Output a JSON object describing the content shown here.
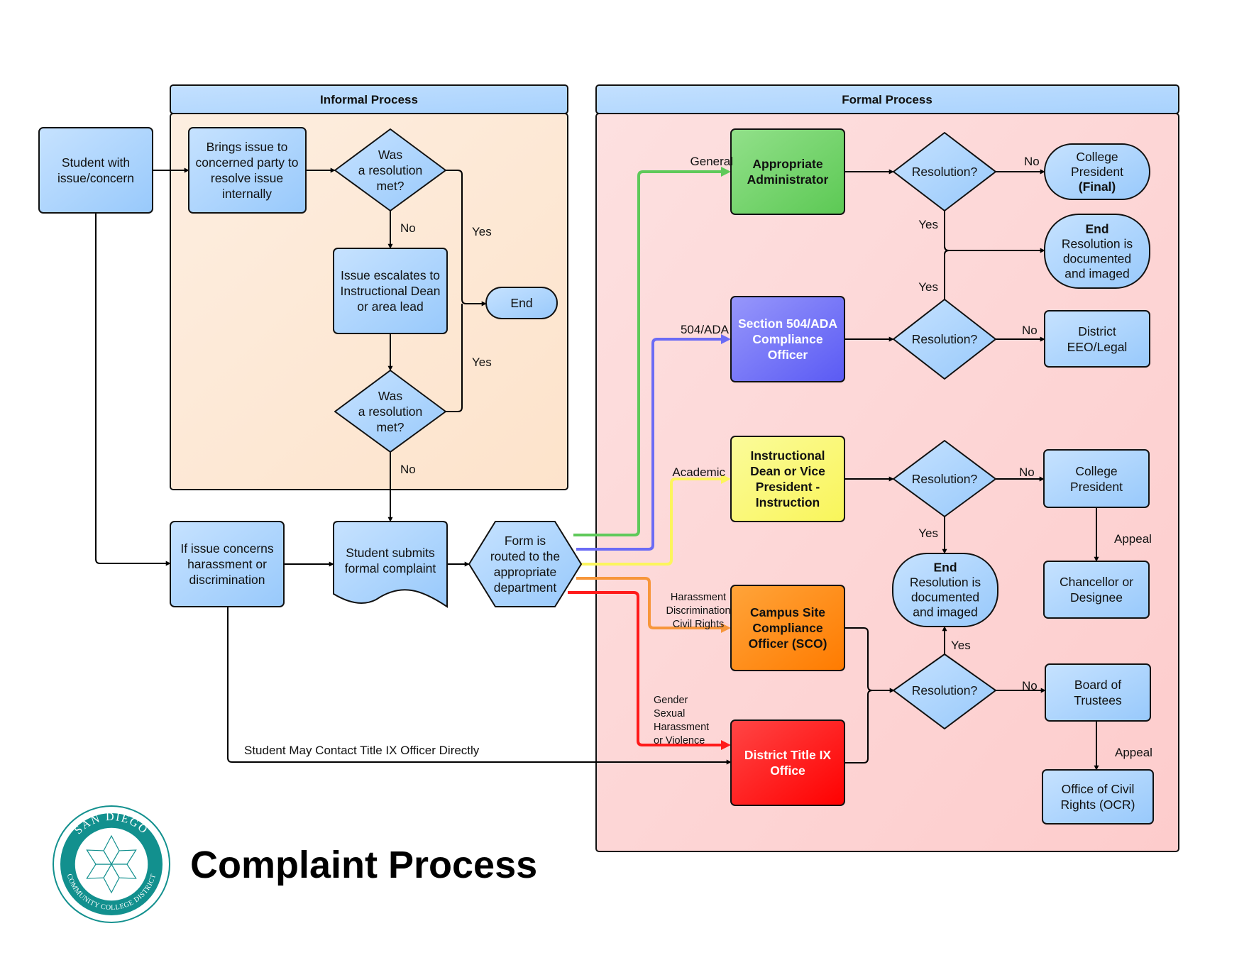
{
  "page_title": "Complaint Process",
  "logo": {
    "top_text": "SAN DIEGO",
    "bottom_text": "COMMUNITY COLLEGE DISTRICT",
    "color": "#12908e"
  },
  "colors": {
    "node_blue_light": "#c4e1ff",
    "node_blue_dark": "#9ccbfb",
    "informal_bg": "#fde9d6",
    "formal_bg": "#fdd6d6",
    "header_bg": "#b9dcff",
    "general": "#5fc95a",
    "ada": "#6b6bf5",
    "academic": "#fcf55c",
    "harassment": "#f7963a",
    "title_ix": "#ff1a1a"
  },
  "swimlanes": {
    "informal": "Informal Process",
    "formal": "Formal Process"
  },
  "nodes": {
    "student": [
      "Student with",
      "issue/concern"
    ],
    "brings_issue": [
      "Brings issue to",
      "concerned party to",
      "resolve issue",
      "internally"
    ],
    "was_resolution_1": [
      "Was",
      "a resolution",
      "met?"
    ],
    "escalates": [
      "Issue escalates to",
      "Instructional Dean",
      "or area lead"
    ],
    "informal_end": [
      "End"
    ],
    "was_resolution_2": [
      "Was",
      "a resolution",
      "met?"
    ],
    "if_harassment": [
      "If issue concerns",
      "harassment or",
      "discrimination"
    ],
    "submits_complaint": [
      "Student submits",
      "formal complaint"
    ],
    "form_routed": [
      "Form is",
      "routed to the",
      "appropriate",
      "department"
    ],
    "appropriate_admin": [
      "Appropriate",
      "Administrator"
    ],
    "ada_officer": [
      "Section 504/ADA",
      "Compliance",
      "Officer"
    ],
    "instructional_dean": [
      "Instructional",
      "Dean or Vice",
      "President -",
      "Instruction"
    ],
    "campus_sco": [
      "Campus Site",
      "Compliance",
      "Officer (SCO)"
    ],
    "title_ix_office": [
      "District Title IX",
      "Office"
    ],
    "resolution_1": [
      "Resolution?"
    ],
    "resolution_2": [
      "Resolution?"
    ],
    "resolution_3": [
      "Resolution?"
    ],
    "resolution_4": [
      "Resolution?"
    ],
    "college_president_final": {
      "lines": [
        "College",
        "President"
      ],
      "bold_line": "(Final)"
    },
    "formal_end_1": {
      "bold_line": "End",
      "lines": [
        "Resolution is",
        "documented",
        "and imaged"
      ]
    },
    "district_eeo": [
      "District",
      "EEO/Legal"
    ],
    "college_president": [
      "College",
      "President"
    ],
    "chancellor": [
      "Chancellor or",
      "Designee"
    ],
    "formal_end_2": {
      "bold_line": "End",
      "lines": [
        "Resolution is",
        "documented",
        "and imaged"
      ]
    },
    "board_trustees": [
      "Board of",
      "Trustees"
    ],
    "ocr": [
      "Office of Civil",
      "Rights (OCR)"
    ]
  },
  "edge_labels": {
    "no_1": "No",
    "yes_1": "Yes",
    "yes_2": "Yes",
    "no_2": "No",
    "general": "General",
    "ada": "504/ADA",
    "academic": "Academic",
    "harassment": [
      "Harassment",
      "Discrimination",
      "Civil Rights"
    ],
    "gender": [
      "Gender",
      "Sexual",
      "Harassment",
      "or Violence"
    ],
    "direct_contact": "Student May Contact Title IX Officer Directly",
    "r1_no": "No",
    "r1_yes": "Yes",
    "r2_yes": "Yes",
    "r2_no": "No",
    "r3_no": "No",
    "r3_yes": "Yes",
    "r4_yes": "Yes",
    "r4_no": "No",
    "appeal_1": "Appeal",
    "appeal_2": "Appeal"
  }
}
